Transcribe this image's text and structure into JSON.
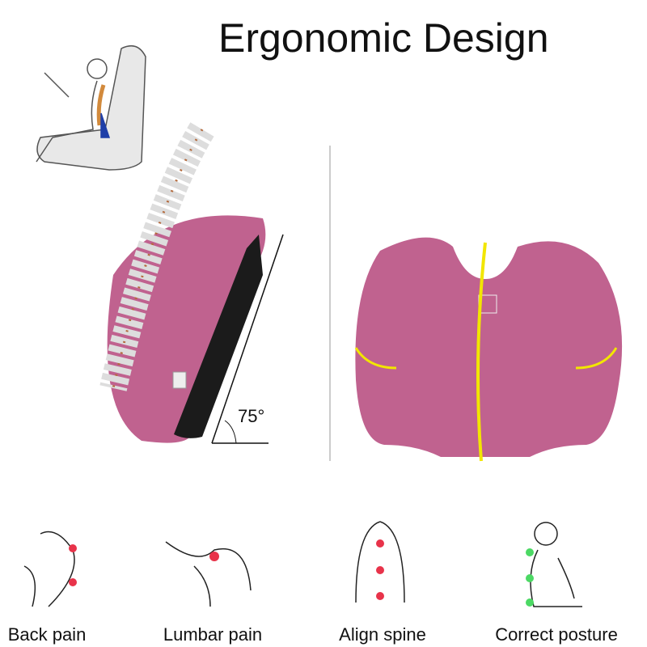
{
  "title": "Ergonomic Design",
  "angle_label": "75°",
  "benefits": [
    {
      "label": "Back pain",
      "icon": "back-pain-icon"
    },
    {
      "label": "Lumbar pain",
      "icon": "lumbar-pain-icon"
    },
    {
      "label": "Align spine",
      "icon": "align-spine-icon"
    },
    {
      "label": "Correct posture",
      "icon": "correct-posture-icon"
    }
  ],
  "colors": {
    "cushion": "#c0628f",
    "highlight": "#f2e600",
    "pain_dot": "#e8334a",
    "good_dot": "#4cd964"
  }
}
